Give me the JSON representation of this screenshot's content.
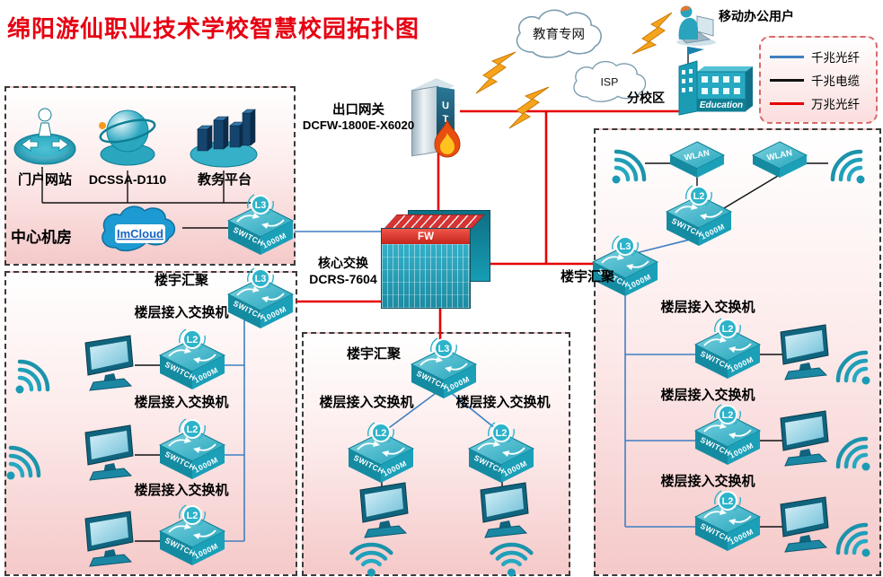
{
  "title": "绵阳游仙职业技术学校智慧校园拓扑图",
  "legend": {
    "items": [
      {
        "label": "千兆光纤",
        "color": "#3f7fc1"
      },
      {
        "label": "千兆电缆",
        "color": "#111111"
      },
      {
        "label": "万兆光纤",
        "color": "#e60000"
      }
    ]
  },
  "top": {
    "edu_cloud_label": "教育专网",
    "isp_cloud_label": "ISP",
    "mobile_user_label": "移动办公用户",
    "branch_label": "分校区",
    "branch_building_text": "Education"
  },
  "gateway": {
    "name": "出口网关",
    "model": "DCFW-1800E-X6020",
    "device_text": "UTM"
  },
  "core": {
    "name": "核心交换",
    "model": "DCRS-7604",
    "device_text": "FW"
  },
  "server_room": {
    "title": "中心机房",
    "portal_label": "门户网站",
    "dcssa_label": "DCSSA-D110",
    "edu_platform_label": "教务平台",
    "imcloud_label": "ImCloud"
  },
  "buildings": {
    "agg_label": "楼宇汇聚",
    "floor_label": "楼层接入交换机"
  },
  "device_text": {
    "switch_line1": "SWITCH",
    "switch_line2": "1000M",
    "l2": "L2",
    "l3": "L3",
    "wlan": "WLAN"
  }
}
